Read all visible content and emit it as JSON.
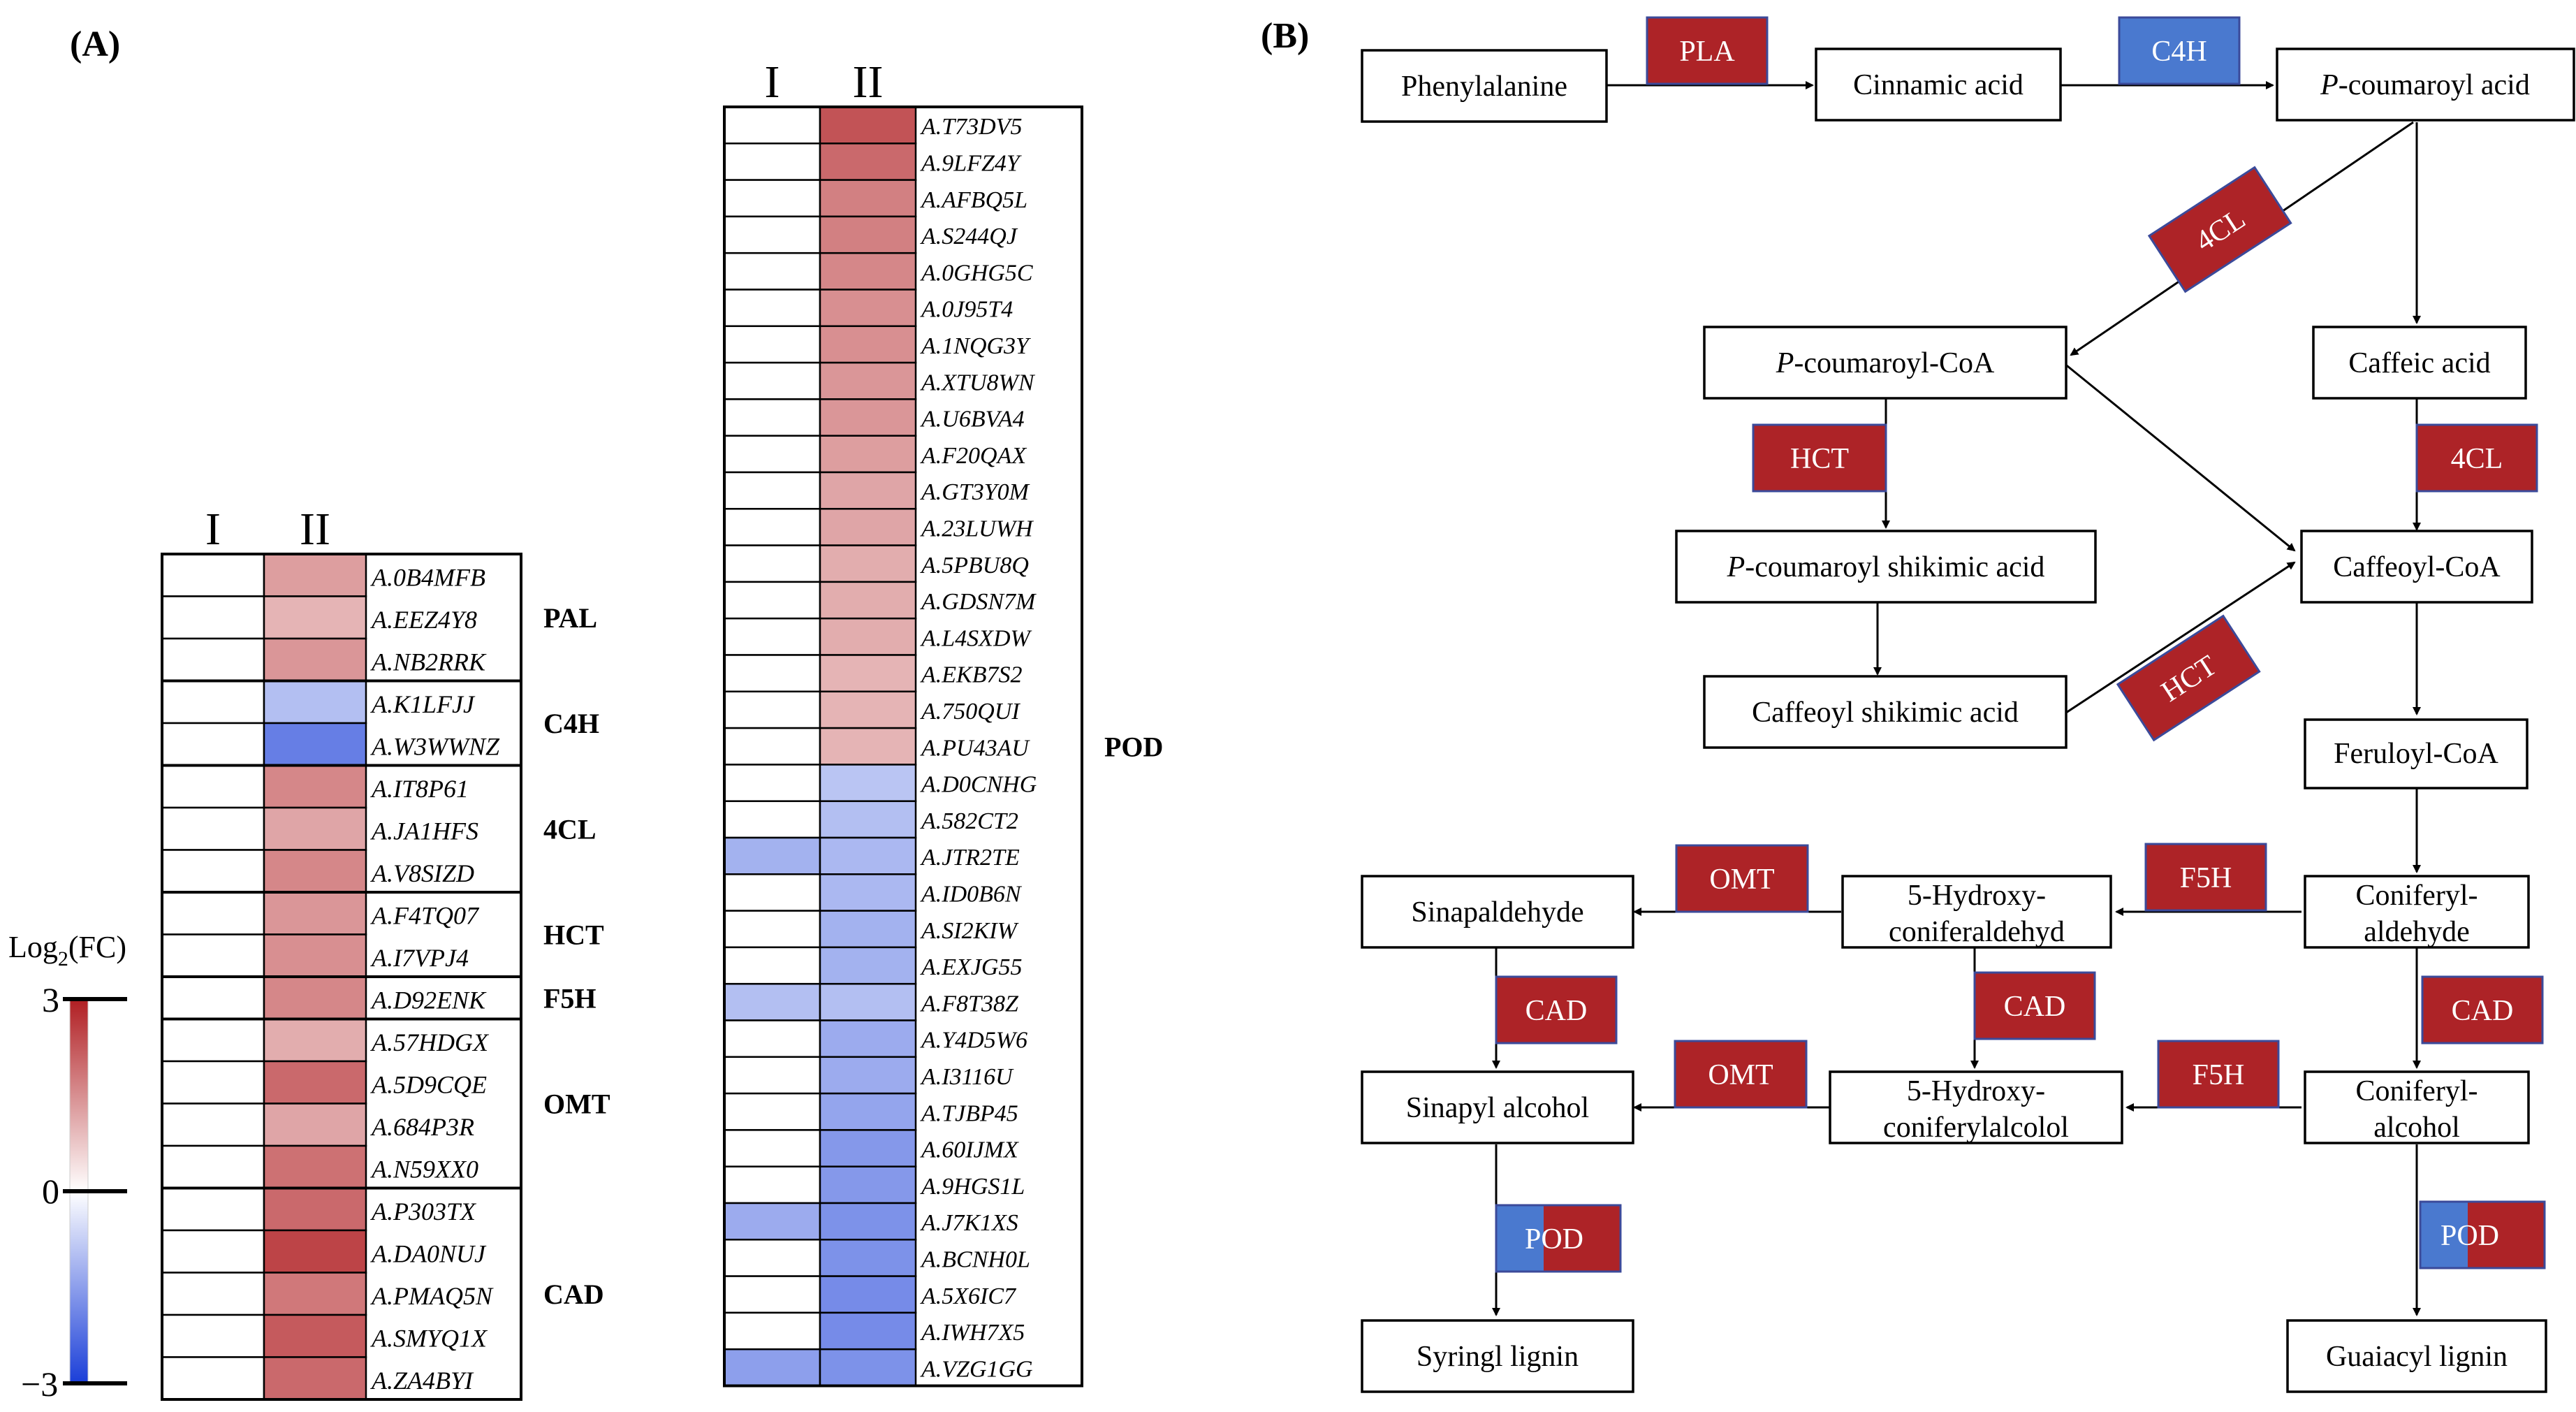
{
  "panel_labels": {
    "a": "(A)",
    "b": "(B)"
  },
  "heatmap": {
    "column_labels": [
      "I",
      "II"
    ],
    "legend": {
      "title_prefix": "Log",
      "title_sub": "2",
      "title_suffix": "(FC)",
      "max_label": "3",
      "mid_label": "0",
      "min_label": "−3",
      "max_color": "#b01e22",
      "mid_color": "#ffffff",
      "min_color": "#1a3ed8"
    },
    "left_groups": [
      {
        "name": "PAL",
        "genes": [
          {
            "id": "A.0B4MFB",
            "I": 0,
            "II": 1.3
          },
          {
            "id": "A.EEZ4Y8",
            "I": 0,
            "II": 1.0
          },
          {
            "id": "A.NB2RRK",
            "I": 0,
            "II": 1.4
          }
        ]
      },
      {
        "name": "C4H",
        "genes": [
          {
            "id": "A.K1LFJJ",
            "I": 0,
            "II": -1.0
          },
          {
            "id": "A.W3WWNZ",
            "I": 0,
            "II": -2.0
          }
        ]
      },
      {
        "name": "4CL",
        "genes": [
          {
            "id": "A.IT8P61",
            "I": 0,
            "II": 1.6
          },
          {
            "id": "A.JA1HFS",
            "I": 0,
            "II": 1.2
          },
          {
            "id": "A.V8SIZD",
            "I": 0,
            "II": 1.6
          }
        ]
      },
      {
        "name": "HCT",
        "genes": [
          {
            "id": "A.F4TQ07",
            "I": 0,
            "II": 1.4
          },
          {
            "id": "A.I7VPJ4",
            "I": 0,
            "II": 1.5
          }
        ]
      },
      {
        "name": "F5H",
        "genes": [
          {
            "id": "A.D92ENK",
            "I": 0,
            "II": 1.6
          }
        ]
      },
      {
        "name": "OMT",
        "genes": [
          {
            "id": "A.57HDGX",
            "I": 0,
            "II": 1.1
          },
          {
            "id": "A.5D9CQE",
            "I": 0,
            "II": 2.0
          },
          {
            "id": "A.684P3R",
            "I": 0,
            "II": 1.2
          },
          {
            "id": "A.N59XX0",
            "I": 0,
            "II": 1.9
          }
        ]
      },
      {
        "name": "CAD",
        "genes": [
          {
            "id": "A.P303TX",
            "I": 0,
            "II": 2.0
          },
          {
            "id": "A.DA0NUJ",
            "I": 0,
            "II": 2.5
          },
          {
            "id": "A.PMAQ5N",
            "I": 0,
            "II": 1.8
          },
          {
            "id": "A.SMYQ1X",
            "I": 0,
            "II": 2.2
          },
          {
            "id": "A.ZA4BYI",
            "I": 0,
            "II": 2.0
          }
        ]
      }
    ],
    "right_groups": [
      {
        "name": "POD",
        "genes": [
          {
            "id": "A.T73DV5",
            "I": 0,
            "II": 2.3
          },
          {
            "id": "A.9LFZ4Y",
            "I": 0,
            "II": 2.0
          },
          {
            "id": "A.AFBQ5L",
            "I": 0,
            "II": 1.7
          },
          {
            "id": "A.S244QJ",
            "I": 0,
            "II": 1.7
          },
          {
            "id": "A.0GHG5C",
            "I": 0,
            "II": 1.6
          },
          {
            "id": "A.0J95T4",
            "I": 0,
            "II": 1.5
          },
          {
            "id": "A.1NQG3Y",
            "I": 0,
            "II": 1.5
          },
          {
            "id": "A.XTU8WN",
            "I": 0,
            "II": 1.4
          },
          {
            "id": "A.U6BVA4",
            "I": 0,
            "II": 1.4
          },
          {
            "id": "A.F20QAX",
            "I": 0,
            "II": 1.3
          },
          {
            "id": "A.GT3Y0M",
            "I": 0,
            "II": 1.2
          },
          {
            "id": "A.23LUWH",
            "I": 0,
            "II": 1.2
          },
          {
            "id": "A.5PBU8Q",
            "I": 0,
            "II": 1.1
          },
          {
            "id": "A.GDSN7M",
            "I": 0,
            "II": 1.1
          },
          {
            "id": "A.L4SXDW",
            "I": 0,
            "II": 1.1
          },
          {
            "id": "A.EKB7S2",
            "I": 0,
            "II": 1.0
          },
          {
            "id": "A.750QUI",
            "I": 0,
            "II": 1.0
          },
          {
            "id": "A.PU43AU",
            "I": 0,
            "II": 1.0
          },
          {
            "id": "A.D0CNHG",
            "I": 0,
            "II": -0.9
          },
          {
            "id": "A.582CT2",
            "I": 0,
            "II": -1.0
          },
          {
            "id": "A.JTR2TE",
            "I": -1.2,
            "II": -1.1
          },
          {
            "id": "A.ID0B6N",
            "I": 0,
            "II": -1.1
          },
          {
            "id": "A.SI2KIW",
            "I": 0,
            "II": -1.2
          },
          {
            "id": "A.EXJG55",
            "I": 0,
            "II": -1.2
          },
          {
            "id": "A.F8T38Z",
            "I": -1.0,
            "II": -1.0
          },
          {
            "id": "A.Y4D5W6",
            "I": 0,
            "II": -1.3
          },
          {
            "id": "A.I3116U",
            "I": 0,
            "II": -1.3
          },
          {
            "id": "A.TJBP45",
            "I": 0,
            "II": -1.4
          },
          {
            "id": "A.60IJMX",
            "I": 0,
            "II": -1.6
          },
          {
            "id": "A.9HGS1L",
            "I": 0,
            "II": -1.6
          },
          {
            "id": "A.J7K1XS",
            "I": -1.3,
            "II": -1.7
          },
          {
            "id": "A.BCNH0L",
            "I": 0,
            "II": -1.7
          },
          {
            "id": "A.5X6IC7",
            "I": 0,
            "II": -1.8
          },
          {
            "id": "A.IWH7X5",
            "I": 0,
            "II": -1.8
          },
          {
            "id": "A.VZG1GG",
            "I": -1.5,
            "II": -1.7
          }
        ]
      }
    ]
  },
  "pathway": {
    "compounds": {
      "phenylalanine": "Phenylalanine",
      "cinnamic_acid": "Cinnamic acid",
      "p_coumaroyl_acid_prefix": "P",
      "p_coumaroyl_acid_rest": "-coumaroyl acid",
      "p_coumaroyl_coa_prefix": "P",
      "p_coumaroyl_coa_rest": "-coumaroyl-CoA",
      "caffeic_acid": "Caffeic acid",
      "p_coumaroyl_shikimic_prefix": "P",
      "p_coumaroyl_shikimic_rest": "-coumaroyl shikimic acid",
      "caffeoyl_coa": "Caffeoyl-CoA",
      "caffeoyl_shikimic": "Caffeoyl shikimic acid",
      "feruloyl_coa": "Feruloyl-CoA",
      "sinapaldehyde": "Sinapaldehyde",
      "hydroxy_coniferaldehyd_line1": "5-Hydroxy-",
      "hydroxy_coniferaldehyd_line2": "coniferaldehyd",
      "coniferyl_aldehyde_line1": "Coniferyl-",
      "coniferyl_aldehyde_line2": "aldehyde",
      "sinapyl_alcohol": "Sinapyl alcohol",
      "hydroxy_coniferylalcolol_line1": "5-Hydroxy-",
      "hydroxy_coniferylalcolol_line2": "coniferylalcolol",
      "coniferyl_alcohol_line1": "Coniferyl-",
      "coniferyl_alcohol_line2": "alcohol",
      "syringl_lignin": "Syringl lignin",
      "guaiacyl_lignin": "Guaiacyl lignin"
    },
    "enzymes": {
      "pla": "PLA",
      "c4h": "C4H",
      "fourcl_diag": "4CL",
      "hct_1": "HCT",
      "fourcl_2": "4CL",
      "hct_diag": "HCT",
      "omt_1": "OMT",
      "f5h_1": "F5H",
      "cad_1": "CAD",
      "cad_2": "CAD",
      "cad_3": "CAD",
      "omt_2": "OMT",
      "f5h_2": "F5H",
      "pod_1": "POD",
      "pod_2": "POD"
    },
    "enzyme_colors": {
      "up": "#ad2327",
      "down": "#4a79cf",
      "border": "#3b4a9a"
    }
  }
}
